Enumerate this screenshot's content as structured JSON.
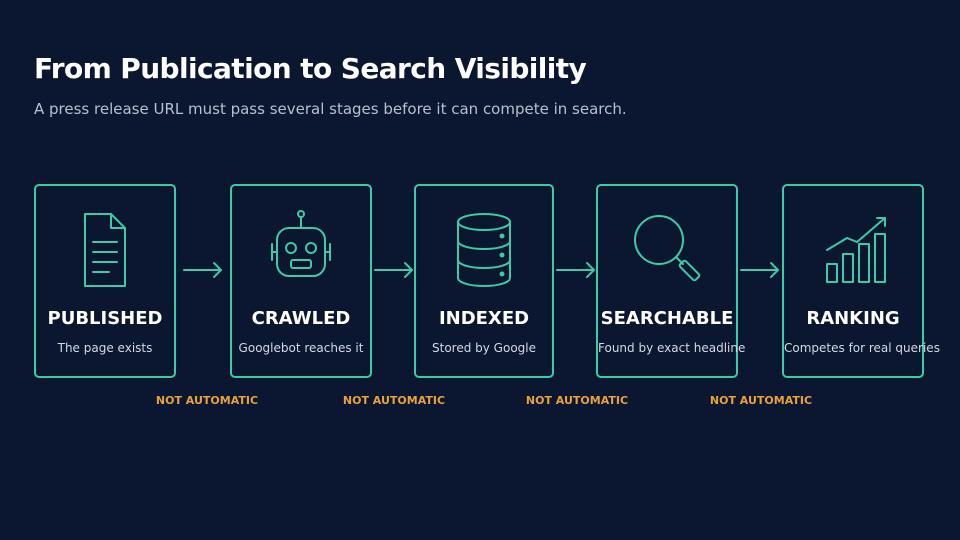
{
  "header": {
    "title": "From Publication to Search Visibility",
    "subtitle": "A press release URL must pass several stages before it can compete in search."
  },
  "colors": {
    "background": "#0b1730",
    "accent": "#3ec9a7",
    "warning": "#e8a33a",
    "text": "#ffffff"
  },
  "stages": [
    {
      "name": "PUBLISHED",
      "description": "The page exists",
      "icon": "document-icon"
    },
    {
      "name": "CRAWLED",
      "description": "Googlebot reaches it",
      "icon": "robot-icon"
    },
    {
      "name": "INDEXED",
      "description": "Stored by Google",
      "icon": "database-icon"
    },
    {
      "name": "SEARCHABLE",
      "description": "Found by exact headline",
      "icon": "magnifier-icon"
    },
    {
      "name": "RANKING",
      "description": "Competes for real queries",
      "icon": "bar-chart-trend-icon"
    }
  ],
  "transitions": [
    {
      "label": "NOT AUTOMATIC",
      "icon": "arrow-right-icon"
    },
    {
      "label": "NOT AUTOMATIC",
      "icon": "arrow-right-icon"
    },
    {
      "label": "NOT AUTOMATIC",
      "icon": "arrow-right-icon"
    },
    {
      "label": "NOT AUTOMATIC",
      "icon": "arrow-right-icon"
    }
  ]
}
